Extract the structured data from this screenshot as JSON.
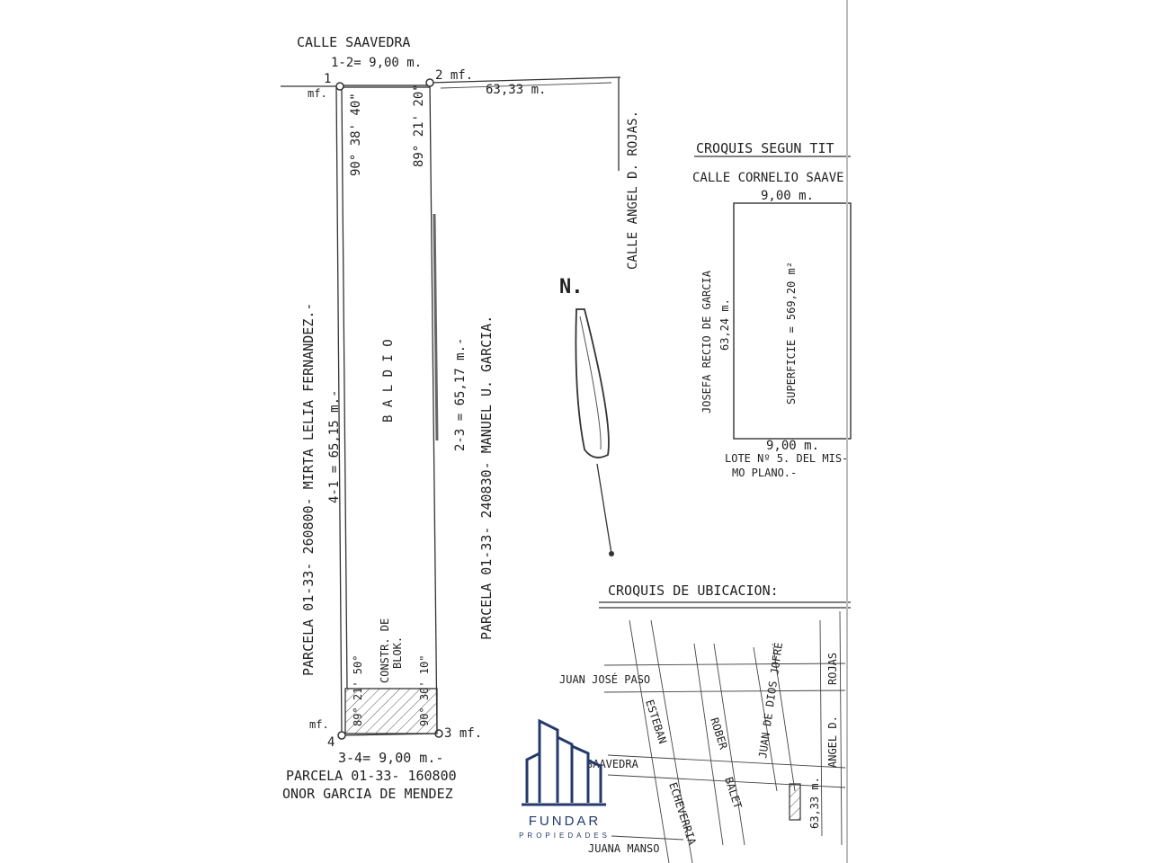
{
  "main_plan": {
    "street_top": "CALLE SAAVEDRA",
    "front_measure": "1-2= 9,00 m.",
    "corner_1": "1",
    "corner_2": "2 mf.",
    "corner_3": "3 mf.",
    "corner_4": "4",
    "mf_left_top": "mf.",
    "mf_left_bottom": "mf.",
    "distance_to_corner": "63,33 m.",
    "angle_1": "90° 38' 40\"",
    "angle_2": "89° 21' 20\"",
    "angle_3": "90° 30' 10\"",
    "angle_4": "89° 21' 50°",
    "lot_label": "B A L D I O",
    "side_left": "4-1 = 65,15 m.-",
    "side_right": "2-3 = 65,17 m.-",
    "parcel_left": "PARCELA 01-33- 260800- MIRTA LELIA FERNANDEZ.-",
    "parcel_right": "PARCELA 01-33- 240830- MANUEL U. GARCIA.",
    "street_right": "CALLE ANGEL D. ROJAS.",
    "building_line1": "CONSTR. DE",
    "building_line2": "BLOK.",
    "back_measure": "3-4= 9,00 m.-",
    "parcel_bottom_line1": "PARCELA 01-33- 160800",
    "parcel_bottom_line2": "ONOR GARCIA DE MENDEZ"
  },
  "north": {
    "label": "N."
  },
  "title_sketch": {
    "heading": "CROQUIS SEGUN TIT",
    "street": "CALLE CORNELIO SAAVE",
    "top_measure": "9,00 m.",
    "left_owner": "JOSEFA RECIO DE GARCIA",
    "left_measure": "63,24 m.",
    "area": "SUPERFICIE = 569,20 m²",
    "bottom_measure": "9,00 m.",
    "note_line1": "LOTE Nº 5. DEL MIS-",
    "note_line2": "MO PLANO.-"
  },
  "location_sketch": {
    "heading": "CROQUIS DE UBICACION:",
    "streets": {
      "juan_jose_paso": "JUAN JOSÉ PASO",
      "saavedra": "SAAVEDRA",
      "juana_manso": "JUANA MANSO",
      "esteban": "ESTEBAN",
      "echeverria": "ECHEVERRIA",
      "rober": "ROBER",
      "balet": "BALET",
      "juan_de_dios_jofre": "JUAN DE DIOS JOFRÉ",
      "angel_d": "ANGEL D.",
      "rojas": "ROJAS"
    },
    "distance": "63,33 m."
  },
  "watermark": {
    "name": "FUNDAR",
    "tagline": "PROPIEDADES",
    "color": "#243a6b"
  }
}
